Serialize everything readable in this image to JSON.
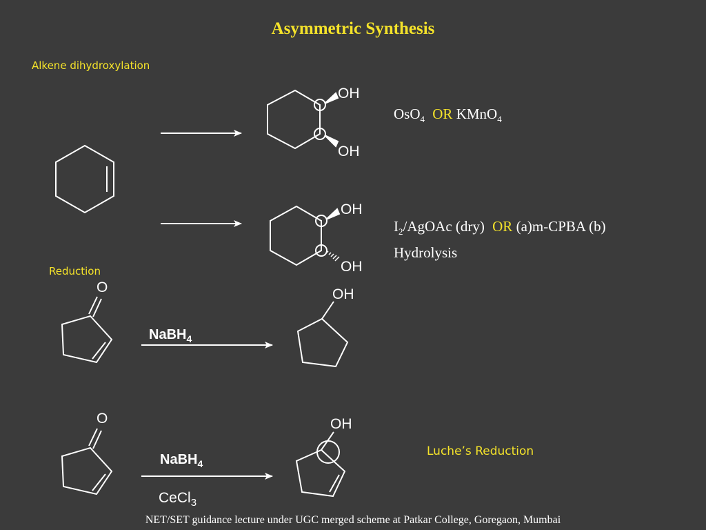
{
  "title": "Asymmetric Synthesis",
  "sections": {
    "dihydroxylation": "Alkene dihydroxylation",
    "reduction": "Reduction",
    "luche": "Luche’s Reduction"
  },
  "reagents": {
    "syn": {
      "part1": "OsO",
      "sub1": "4",
      "or": "OR",
      "part2": "KMnO",
      "sub2": "4"
    },
    "anti": {
      "part1": "I",
      "sub1": "2",
      "part2": "/AgOAc (dry)",
      "or": "OR",
      "part3": "(a)m-CPBA (b)",
      "line2": "Hydrolysis"
    }
  },
  "labels": {
    "oh": "OH",
    "o": "O",
    "nabh": "NaBH",
    "sub4": "4",
    "cecl": "CeCl",
    "sub3": "3"
  },
  "footer": "NET/SET guidance lecture under UGC merged scheme at Patkar College, Goregaon, Mumbai",
  "colors": {
    "background": "#3b3b3b",
    "accent": "#f5e32a",
    "ink": "#ffffff"
  }
}
